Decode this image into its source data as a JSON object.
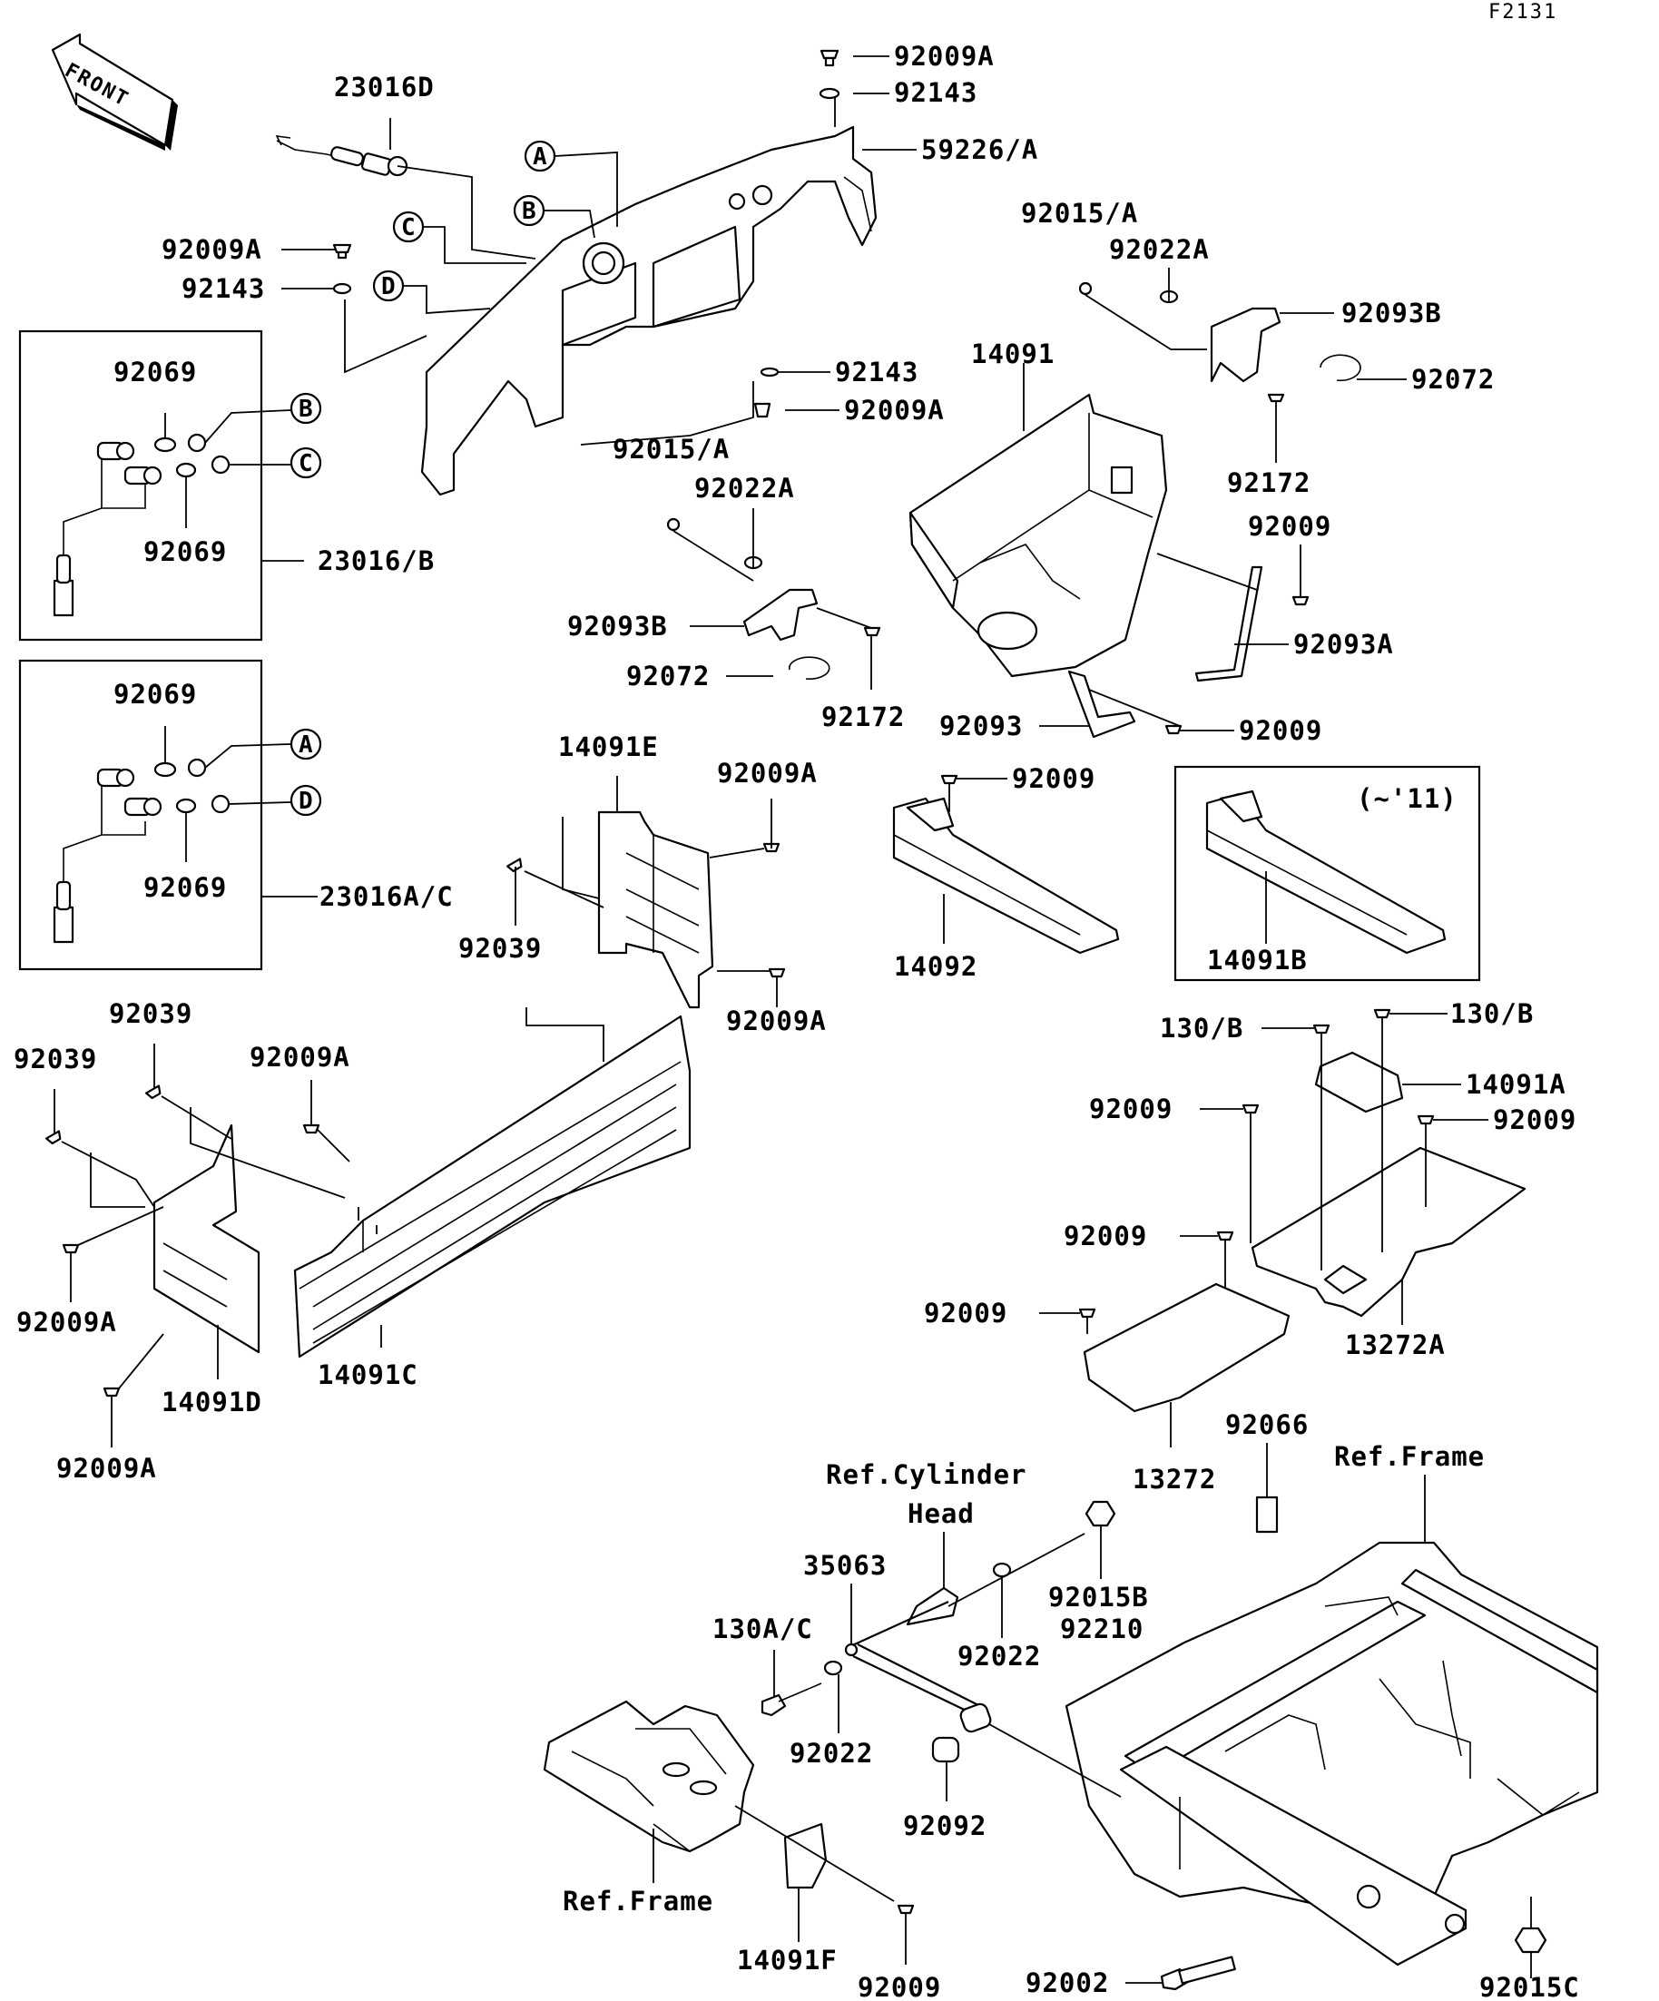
{
  "figure_code": "F2131",
  "front_arrow_label": "FRONT",
  "callouts": {
    "a": "A",
    "b": "B",
    "c": "C",
    "d": "D"
  },
  "notes": {
    "model_year": "(~'11)",
    "ref_cylinder_head_1": "Ref.Cylinder",
    "ref_cylinder_head_2": "Head",
    "ref_frame_right": "Ref.Frame",
    "ref_frame_left": "Ref.Frame"
  },
  "parts": {
    "p92009A_top": "92009A",
    "p92143_top": "92143",
    "p59226A": "59226/A",
    "p23016D": "23016D",
    "p92009A_left": "92009A",
    "p92143_left": "92143",
    "p92143_mid": "92143",
    "p92009A_mid": "92009A",
    "p92015A_right": "92015/A",
    "p92022A_right": "92022A",
    "p92093B_right": "92093B",
    "p92072_right": "92072",
    "p92172_right": "92172",
    "p14091": "14091",
    "p92009_right1": "92009",
    "p92093A": "92093A",
    "p92093": "92093",
    "p92009_right2": "92009",
    "p92015A_mid": "92015/A",
    "p92022A_mid": "92022A",
    "p92093B_mid": "92093B",
    "p92072_mid": "92072",
    "p92172_mid": "92172",
    "p92069_b1": "92069",
    "p92069_b2": "92069",
    "p23016B": "23016/B",
    "p92069_c1": "92069",
    "p92069_c2": "92069",
    "p23016AC": "23016A/C",
    "p14091E": "14091E",
    "p92009A_e1": "92009A",
    "p92039_e": "92039",
    "p92009A_e2": "92009A",
    "p92009_14092": "92009",
    "p14092": "14092",
    "p14091B": "14091B",
    "p92039_a": "92039",
    "p92039_b": "92039",
    "p92009A_c": "92009A",
    "p92009A_d1": "92009A",
    "p14091D": "14091D",
    "p14091C": "14091C",
    "p92009A_d2": "92009A",
    "p130B_1": "130/B",
    "p130B_2": "130/B",
    "p14091A": "14091A",
    "p92009_r1": "92009",
    "p92009_r2": "92009",
    "p92009_r3": "92009",
    "p92009_r4": "92009",
    "p13272A": "13272A",
    "p13272": "13272",
    "p92066": "92066",
    "p35063": "35063",
    "p92015B": "92015B",
    "p92210": "92210",
    "p130AC": "130A/C",
    "p92022_1": "92022",
    "p92022_2": "92022",
    "p92092": "92092",
    "p14091F": "14091F",
    "p92009_bottom": "92009",
    "p92002": "92002",
    "p92015C": "92015C"
  },
  "colors": {
    "ink": "#000000",
    "paper": "#ffffff"
  }
}
